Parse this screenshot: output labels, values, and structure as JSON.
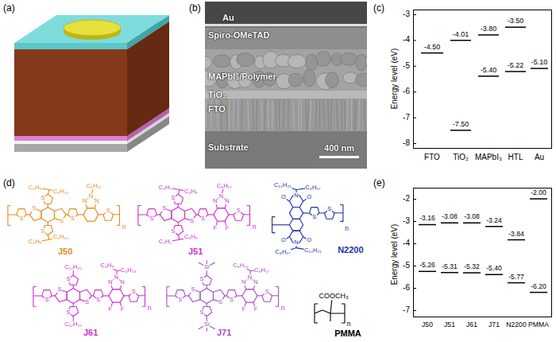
{
  "diagram": {
    "labels": [
      "(a)",
      "(b)",
      "Au",
      "Spiro-OMeTAD",
      "MAPbI₃/Polymer",
      "TiO₂",
      "FTO",
      "Substrate",
      "400 nm",
      "(c)",
      "Energy level (eV)",
      "-3",
      "-4",
      "-5",
      "-6",
      "-7",
      "-8",
      "-4.50",
      "-4.01",
      "-7.50",
      "-3.80",
      "-5.40",
      "-3.50",
      "-5.22",
      "-5.10",
      "FTO",
      "TiO₂",
      "MAPbI₃",
      "HTL",
      "Au",
      "(d)",
      "C₄H₉",
      "C₆H₁₃",
      "C₈H₁₇",
      "N",
      "N",
      "N",
      "S",
      "S",
      "S",
      "S",
      "S",
      "S",
      "S",
      "C₄H₉",
      "C₆H₁₃",
      "n",
      "J50",
      "C₂H₅",
      "C₄H₉",
      "C₈H₁₇",
      "N",
      "N",
      "N",
      "S",
      "S",
      "S",
      "S",
      "S",
      "S",
      "S",
      "F",
      "F",
      "C₂H₅",
      "C₄H₉",
      "n",
      "J51",
      "C₁₀H₂₁",
      "C₈H₁₇",
      "N",
      "O",
      "O",
      "S",
      "S",
      "O",
      "O",
      "N",
      "C₈H₁₇",
      "C₁₀H₂₁",
      "n",
      "N2200",
      "C₁₂H₂₅",
      "C₄H₉",
      "C₆H₁₃",
      "N",
      "N",
      "N",
      "S",
      "S",
      "S",
      "S",
      "S",
      "S",
      "S",
      "F",
      "F",
      "C₁₂H₂₅",
      "n",
      "J61",
      "Si",
      "C₆H₁₃",
      "C₈H₁₇",
      "N",
      "N",
      "N",
      "S",
      "S",
      "S",
      "S",
      "S",
      "S",
      "S",
      "F",
      "F",
      "Si",
      "n",
      "J71",
      "COOCH₃",
      "n",
      "PMMA",
      "(e)",
      "Energy level (eV)",
      "-2",
      "-3",
      "-4",
      "-5",
      "-6",
      "-7",
      "-3.16",
      "-5.26",
      "-3.08",
      "-5.31",
      "-3.08",
      "-5.32",
      "-3.24",
      "-5.40",
      "-3.84",
      "-5.77",
      "-2.00",
      "-6.20",
      "J50",
      "J51",
      "J61",
      "J71",
      "N2200",
      "PMMA"
    ]
  }
}
